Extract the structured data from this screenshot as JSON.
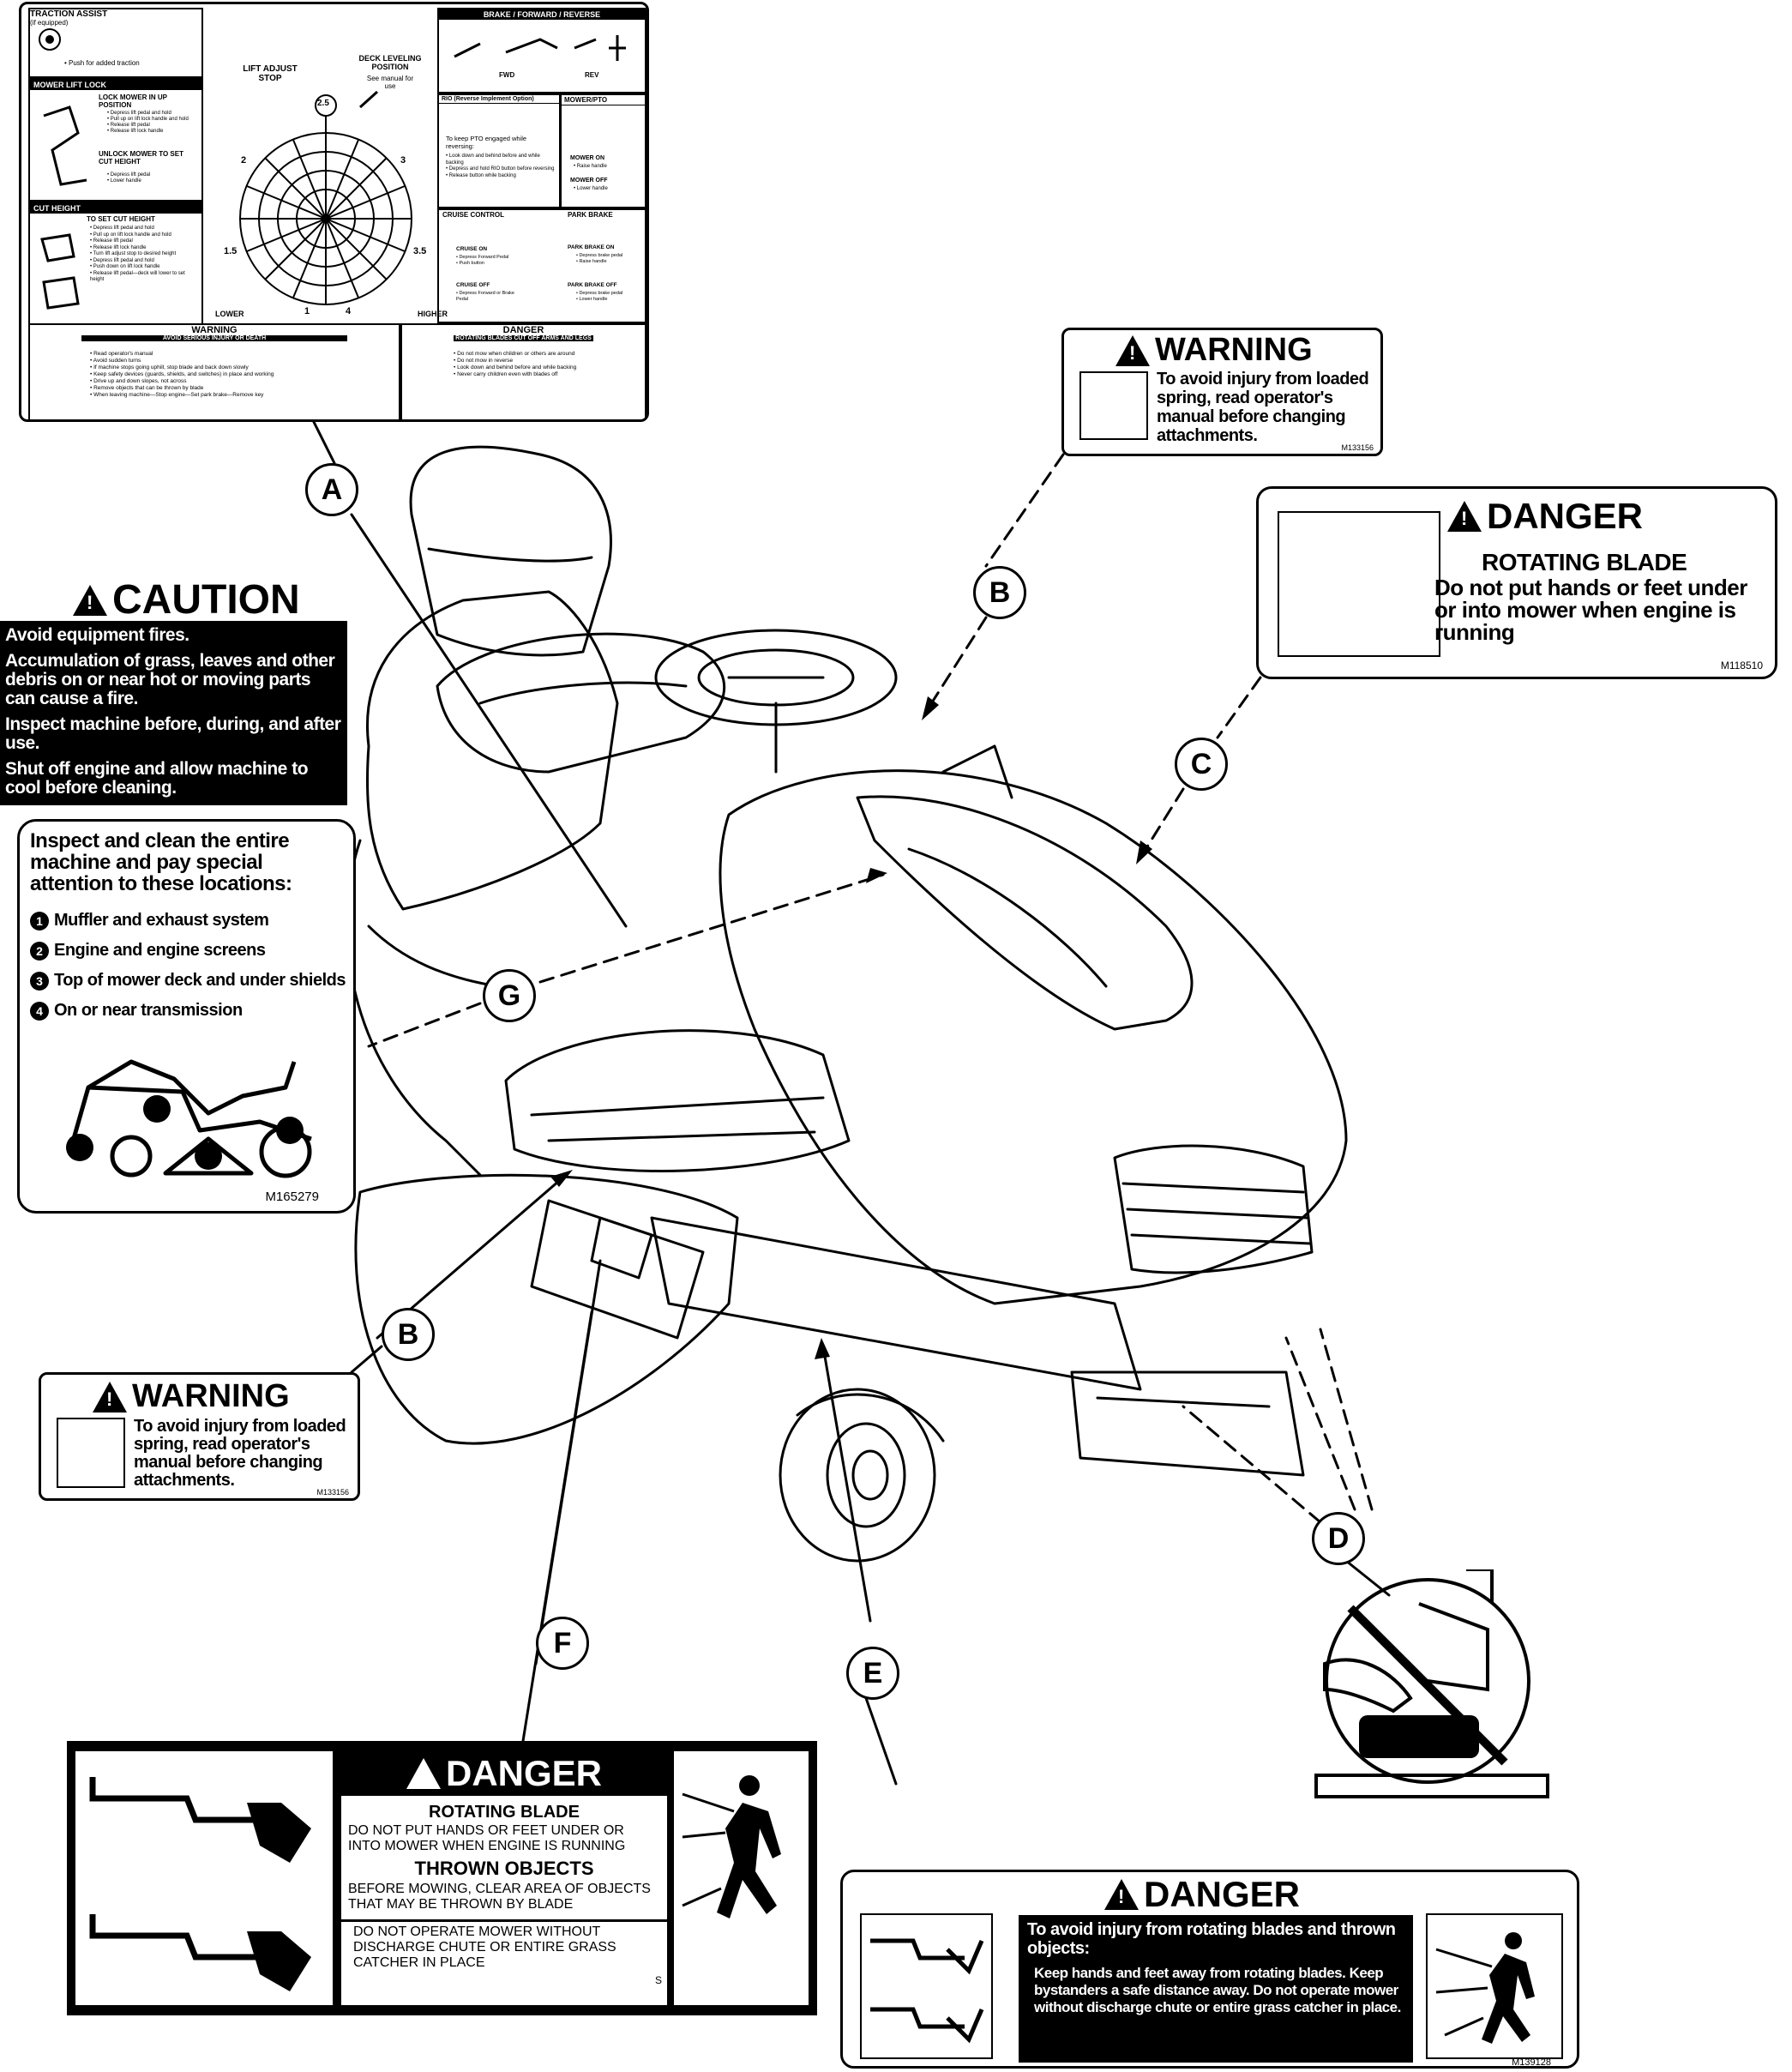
{
  "decals": {
    "a": {
      "traction_title": "TRACTION ASSIST",
      "traction_equipped": "(if equipped)",
      "traction_push": "• Push for added traction",
      "lift_lock_title": "MOWER LIFT LOCK",
      "lift_lock_1": "LOCK MOWER IN UP POSITION",
      "lift_lock_2": "• Depress lift pedal and hold\n• Pull up on lift lock handle and hold\n• Release lift pedal\n• Release lift lock handle",
      "unlock_title": "UNLOCK MOWER TO SET CUT HEIGHT",
      "unlock_2": "• Depress lift pedal\n• Lower handle",
      "cut_height_title": "CUT HEIGHT",
      "cut_height_sub": "TO SET CUT HEIGHT",
      "cut_height_steps": "• Depress lift pedal and hold\n• Pull up on lift lock handle and hold\n• Release lift pedal\n• Release lift lock handle\n• Turn lift adjust stop to desired height\n• Depress lift pedal and hold\n• Push down on lift lock handle\n• Release lift pedal—deck will lower to set height",
      "lift_adjust": "LIFT ADJUST STOP",
      "deck_leveling": "DECK LEVELING POSITION",
      "see_manual": "See manual for use",
      "dial_25": "2.5",
      "dial_2": "2",
      "dial_3": "3",
      "dial_15": "1.5",
      "dial_35": "3.5",
      "dial_1": "1",
      "dial_4": "4",
      "lower": "LOWER",
      "higher": "HIGHER",
      "brake_title": "BRAKE / FORWARD / REVERSE",
      "fwd": "FWD",
      "rev": "REV",
      "rio_title": "RIO (Reverse Implement Option)",
      "rio_text": "To keep PTO engaged while reversing:",
      "rio_steps": "• Look down and behind before and while backing\n• Depress and hold RIO button before reversing\n• Release button while backing",
      "mower_pto": "MOWER/PTO",
      "mower_on": "MOWER ON",
      "mower_on_sub": "• Raise handle",
      "mower_off": "MOWER OFF",
      "mower_off_sub": "• Lower handle",
      "cruise_title": "CRUISE CONTROL",
      "park_title": "PARK BRAKE",
      "cruise_on": "CRUISE ON",
      "cruise_on_steps": "• Depress Forward Pedal\n• Push button",
      "cruise_off": "CRUISE OFF",
      "cruise_off_steps": "• Depress Forward or Brake Pedal",
      "park_on": "PARK BRAKE ON",
      "park_on_steps": "• Depress brake pedal\n• Raise handle",
      "park_off": "PARK BRAKE OFF",
      "park_off_steps": "• Depress brake pedal\n• Lower handle",
      "warn_title": "WARNING",
      "warn_sub": "AVOID SERIOUS INJURY OR DEATH",
      "warn_steps": "• Read operator's manual\n• Avoid sudden turns\n• If machine stops going uphill, stop blade and back down slowly\n• Keep safety devices (guards, shields, and switches) in place and working\n• Drive up and down slopes, not across\n• Remove objects that can be thrown by blade\n• When leaving machine—Stop engine—Set park brake—Remove key",
      "danger_title": "DANGER",
      "danger_sub": "ROTATING BLADES CUT OFF ARMS AND LEGS",
      "danger_steps": "• Do not mow when children or others are around\n• Do not mow in reverse\n• Look down and behind before and while backing\n• Never carry children even with blades off"
    },
    "b_top": {
      "title": "WARNING",
      "text": "To avoid injury from loaded spring, read operator's manual before changing attachments.",
      "code": "M133156"
    },
    "c": {
      "title": "DANGER",
      "subtitle": "ROTATING BLADE",
      "text": "Do not put hands or feet under or into mower when engine is running",
      "code": "M118510"
    },
    "caution": {
      "title": "CAUTION",
      "line1": "Avoid equipment fires.",
      "line2": "Accumulation of grass, leaves and other debris on or near hot or moving parts can cause a fire.",
      "line3": "Inspect machine before, during, and after use.",
      "line4": "Shut off engine and allow machine to cool before cleaning."
    },
    "inspect": {
      "heading": "Inspect and clean the entire machine and pay special attention to these locations:",
      "items": [
        {
          "num": "1",
          "text": "Muffler and exhaust system"
        },
        {
          "num": "2",
          "text": "Engine and engine screens"
        },
        {
          "num": "3",
          "text": "Top of mower deck and under shields"
        },
        {
          "num": "4",
          "text": "On or near transmission"
        }
      ],
      "code": "M165279"
    },
    "b_bottom": {
      "title": "WARNING",
      "text": "To avoid injury from loaded spring, read operator's manual before changing attachments.",
      "code": "M133156"
    },
    "f": {
      "title": "DANGER",
      "sub1": "ROTATING BLADE",
      "text1": "DO NOT PUT HANDS OR FEET UNDER OR INTO MOWER WHEN ENGINE IS RUNNING",
      "sub2": "THROWN OBJECTS",
      "text2": "BEFORE MOWING, CLEAR AREA OF OBJECTS THAT MAY BE THROWN BY BLADE",
      "text3": "DO NOT OPERATE MOWER WITHOUT DISCHARGE CHUTE OR ENTIRE GRASS CATCHER IN PLACE",
      "mark": "S"
    },
    "e": {
      "title": "DANGER",
      "heading": "To avoid injury from rotating blades and thrown objects:",
      "text": "Keep hands and feet away from rotating blades. Keep bystanders a safe distance away. Do not operate mower without discharge chute or entire grass catcher in place.",
      "code": "M139128"
    }
  },
  "callouts": {
    "a": "A",
    "b_top": "B",
    "c": "C",
    "g": "G",
    "b_bottom": "B",
    "d": "D",
    "f": "F",
    "e": "E"
  }
}
